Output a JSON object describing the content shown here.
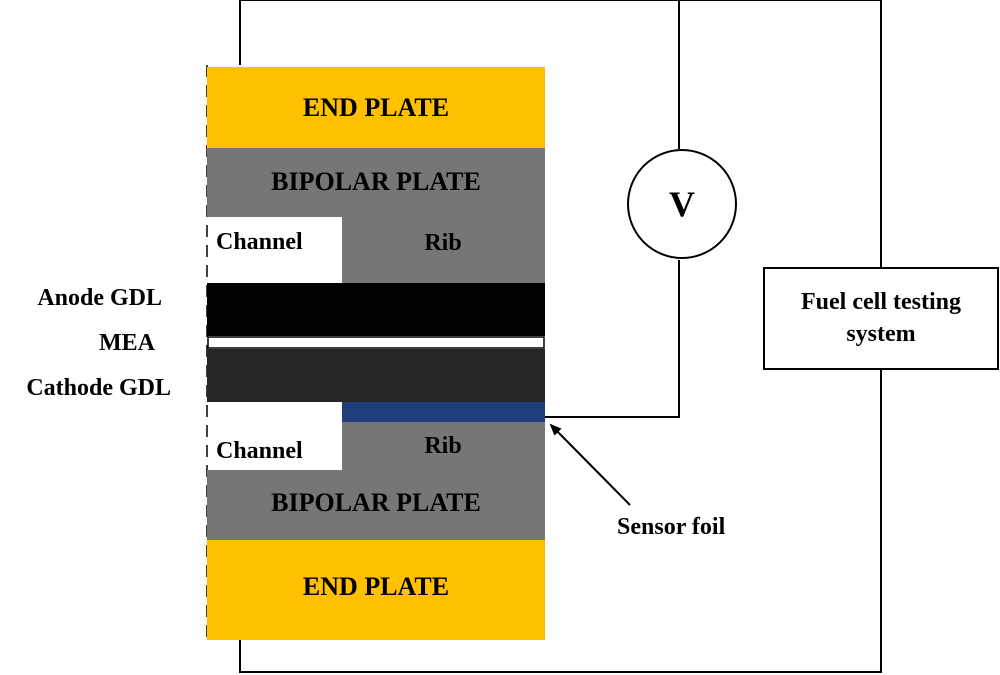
{
  "stack": {
    "end_plate_top": "END PLATE",
    "bipolar_plate_top": "BIPOLAR PLATE",
    "channel_top": "Channel",
    "rib_top": "Rib",
    "channel_bottom": "Channel",
    "rib_bottom": "Rib",
    "bipolar_plate_bottom": "BIPOLAR PLATE",
    "end_plate_bottom": "END PLATE"
  },
  "side_labels": {
    "anode_gdl": "Anode GDL",
    "mea": "MEA",
    "cathode_gdl": "Cathode GDL"
  },
  "voltmeter": {
    "symbol": "V"
  },
  "testing_system": {
    "line1": "Fuel cell testing",
    "line2": "system"
  },
  "sensor": {
    "label": "Sensor foil"
  },
  "colors": {
    "end_plate": "#ffc000",
    "bipolar_plate": "#767676",
    "anode_gdl": "#000000",
    "mea": "#ffffff",
    "cathode_gdl": "#262626",
    "sensor_foil": "#1f3f7a",
    "wire": "#000000"
  }
}
